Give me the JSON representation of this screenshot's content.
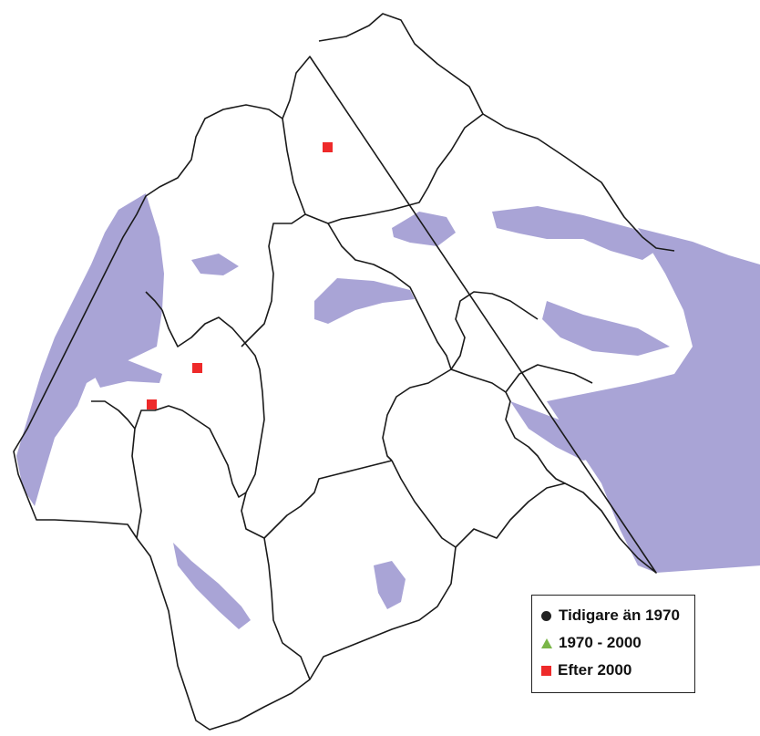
{
  "map": {
    "colors": {
      "water": "#a9a4d6",
      "land": "#ffffff",
      "border": "#1a1a1a",
      "marker_efter_2000": "#ee2a2a",
      "marker_1970_2000": "#7ab648",
      "marker_tidigare": "#222222"
    },
    "legend": {
      "items": [
        {
          "symbol": "circle-icon",
          "label": "Tidigare än 1970"
        },
        {
          "symbol": "triangle-icon",
          "label": "1970 - 2000"
        },
        {
          "symbol": "square-icon",
          "label": "Efter 2000"
        }
      ]
    },
    "markers": [
      {
        "category": "Efter 2000"
      },
      {
        "category": "Efter 2000"
      },
      {
        "category": "Efter 2000"
      }
    ]
  }
}
